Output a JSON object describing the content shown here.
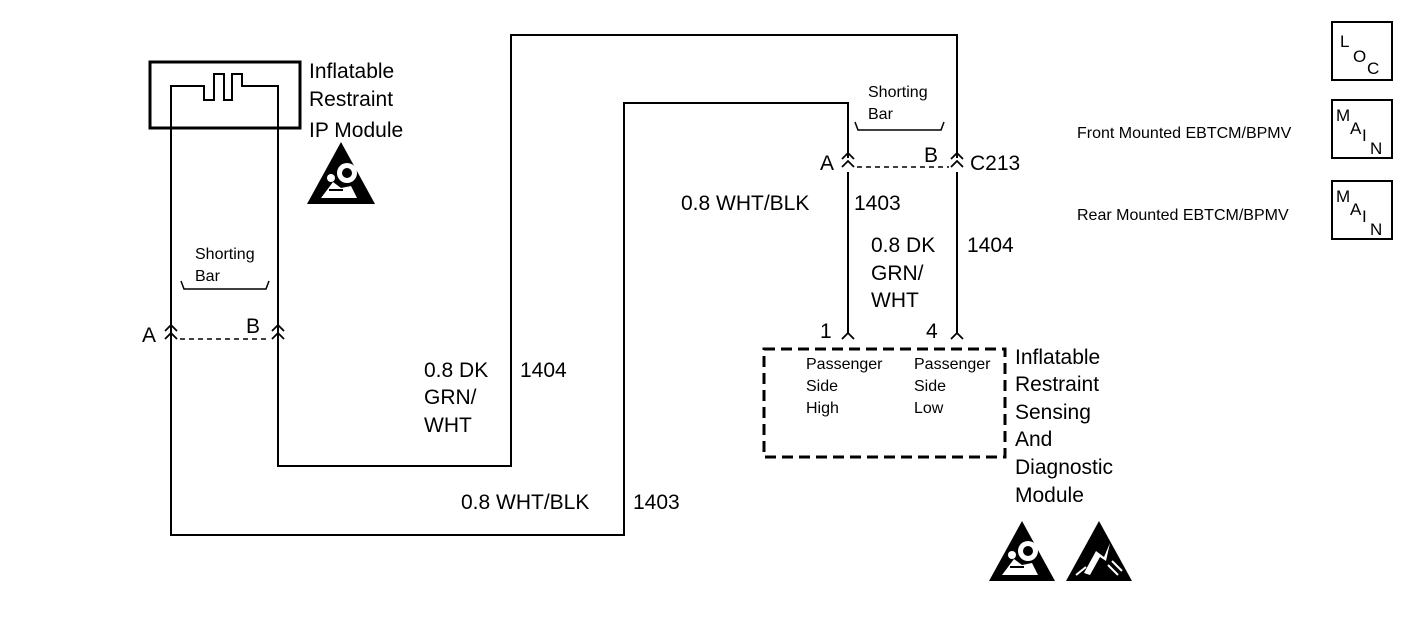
{
  "ip_module": {
    "name_lines": [
      "Inflatable",
      "Restraint",
      "IP Module"
    ],
    "shorting_bar": [
      "Shorting",
      "Bar"
    ],
    "terminal_a": "A",
    "terminal_b": "B",
    "icon": "airbag-warning-icon"
  },
  "connector_c213": {
    "name": "C213",
    "terminal_a": "A",
    "terminal_b": "B",
    "shorting_bar": [
      "Shorting",
      "Bar"
    ]
  },
  "sdm": {
    "name_lines": [
      "Inflatable",
      "Restraint",
      "Sensing",
      "And",
      "Diagnostic",
      "Module"
    ],
    "pin_high": "1",
    "pin_low": "4",
    "high_label": [
      "Passenger",
      "Side",
      "High"
    ],
    "low_label": [
      "Passenger",
      "Side",
      "Low"
    ],
    "icons": [
      "airbag-warning-icon",
      "esd-warning-icon"
    ]
  },
  "wires": {
    "wht_blk_upper": {
      "gauge_color": "0.8 WHT/BLK",
      "circuit": "1403"
    },
    "wht_blk_lower": {
      "gauge_color": "0.8 WHT/BLK",
      "circuit": "1403"
    },
    "grn_wht_upper": {
      "gauge_color": [
        "0.8 DK",
        "GRN/",
        "WHT"
      ],
      "circuit": "1404"
    },
    "grn_wht_lower": {
      "gauge_color": [
        "0.8 DK",
        "GRN/",
        "WHT"
      ],
      "circuit": "1404"
    }
  },
  "references": {
    "loc": {
      "letters": [
        "L",
        "O",
        "C"
      ]
    },
    "front": {
      "label": "Front Mounted EBTCM/BPMV",
      "letters": [
        "M",
        "A",
        "I",
        "N"
      ]
    },
    "rear": {
      "label": "Rear Mounted EBTCM/BPMV",
      "letters": [
        "M",
        "A",
        "I",
        "N"
      ]
    }
  }
}
